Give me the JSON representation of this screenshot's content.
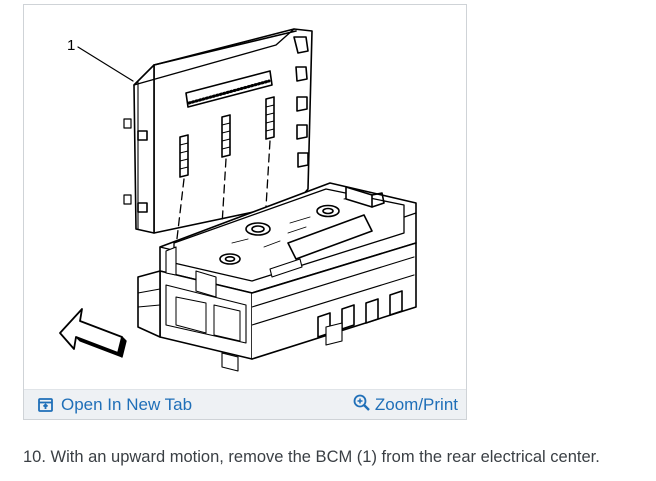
{
  "figure": {
    "callout_label": "1",
    "toolbar": {
      "open_label": "Open In New Tab",
      "open_icon": "open-in-new-tab-icon",
      "zoom_label": "Zoom/Print",
      "zoom_icon": "zoom-icon"
    },
    "colors": {
      "link": "#1f6fb8",
      "toolbar_bg": "#eef1f4",
      "border": "#cfd3d7"
    }
  },
  "caption": "10. With an upward motion, remove the BCM (1) from the rear electrical center."
}
